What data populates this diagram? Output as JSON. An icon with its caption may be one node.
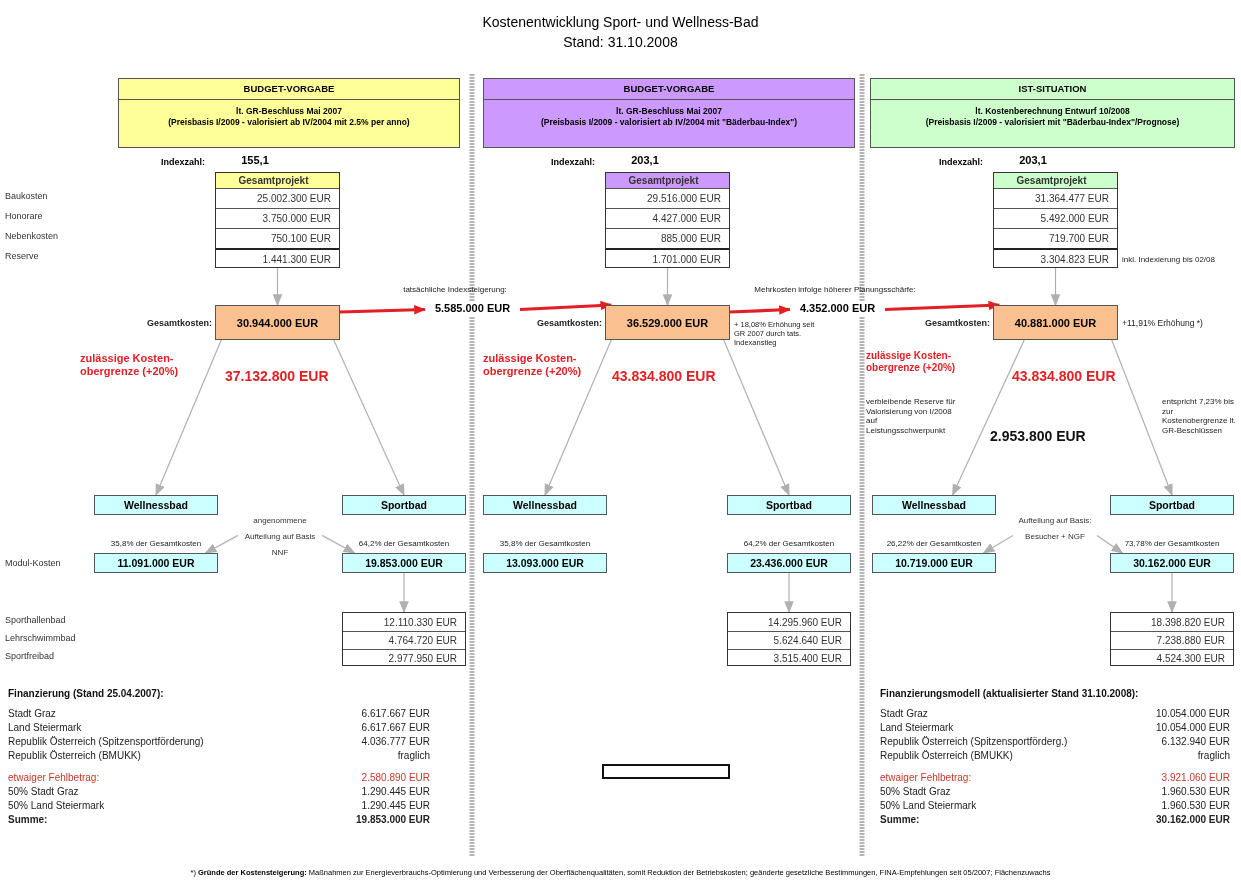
{
  "diagram": {
    "title": "Kostenentwicklung Sport- und Wellness-Bad",
    "caption": "*) **Gründe der Kostensteigerung:** Maßnahmen zur Energieverbrauchs-Optimierung und Verbesserung der Oberflächenqualitäten, somit Reduktion der Betriebskosten; geänderte gesetzliche Bestimmungen, FINA-Empfehlungen seit 05/2007; Flächenzuwachs",
    "nodes": [
      {
        "text": [
          "BUDGET-VORGABE",
          "lt. GR-Beschluss Mai 2007",
          "(Preisbasis I/2009 - valorisiert ab IV/2004 mit 2.5% per anno)"
        ]
      },
      {
        "text": [
          "Gesamtprojekt",
          "25.002.300 EUR",
          "3.750.000 EUR",
          "750.100 EUR",
          "1.441.300 EUR"
        ]
      },
      {
        "text": [
          "30.944.000 EUR"
        ],
        "beside": [
          "Gesamtkosten:"
        ]
      },
      {
        "text": [
          "5.585.000 EUR"
        ],
        "beside": [
          "tatsächliche Indexsteigerung:"
        ]
      },
      {
        "text": [
          "Wellnessbad"
        ]
      },
      {
        "text": [
          "Sportbad"
        ]
      },
      {
        "text": [
          "angenommene Aufteilung auf Basis NNF"
        ]
      },
      {
        "text": [
          "11.091.000 EUR"
        ],
        "beside": [
          "35,8% der Gesamtkosten"
        ]
      },
      {
        "text": [
          "19.853.000 EUR"
        ],
        "beside": [
          "64,2% der Gesamtkosten"
        ]
      },
      {
        "text": [
          "12.110.330 EUR",
          "4.764.720 EUR",
          "2.977.950 EUR"
        ]
      },
      {
        "text": [
          "BUDGET-VORGABE",
          "lt. GR-Beschluss Mai 2007",
          "(Preisbasis I/2009 - valorisiert ab IV/2004 mit \"Bäderbau-Index\")"
        ]
      },
      {
        "text": [
          "Gesamtprojekt",
          "29.516.000 EUR",
          "4.427.000 EUR",
          "885.000 EUR",
          "1.701.000 EUR"
        ]
      },
      {
        "text": [
          "36.529.000 EUR"
        ],
        "beside": [
          "Gesamtkosten:",
          "+ 18,08% Erhöhung seit GR 2007 durch tats. Indexanstieg"
        ]
      },
      {
        "text": [
          "4.352.000 EUR"
        ],
        "beside": [
          "Mehrkosten infolge höherer Planungsschärfe:"
        ]
      },
      {
        "text": [
          "Wellnessbad"
        ]
      },
      {
        "text": [
          "Sportbad"
        ]
      },
      {
        "text": [
          "13.093.000 EUR"
        ],
        "beside": [
          "35,8% der Gesamtkosten"
        ]
      },
      {
        "text": [
          "23.436.000 EUR"
        ],
        "beside": [
          "64,2% der Gesamtkosten"
        ]
      },
      {
        "text": [
          "14.295.960 EUR",
          "5.624.640 EUR",
          "3.515.400 EUR"
        ]
      },
      {
        "text": [
          "IST-SITUATION",
          "lt. Kostenberechnung Entwurf 10/2008",
          "(Preisbasis I/2009 - valorisiert mit \"Bäderbau-Index\"/Prognose)"
        ]
      },
      {
        "text": [
          "Gesamtprojekt",
          "31.364.477 EUR",
          "5.492.000 EUR",
          "719.700 EUR",
          "3.304.823 EUR"
        ],
        "beside": [
          "inkl. Indexierung bis 02/08"
        ]
      },
      {
        "text": [
          "40.881.000 EUR"
        ],
        "beside": [
          "Gesamtkosten:",
          "+11,91% Erhöhung *)"
        ]
      },
      {
        "text": [
          "Wellnessbad"
        ]
      },
      {
        "text": [
          "Sportbad"
        ]
      },
      {
        "text": [
          "Aufteilung auf Basis: Besucher + NGF"
        ]
      },
      {
        "text": [
          "10.719.000 EUR"
        ],
        "beside": [
          "26,22% der Gesamtkosten"
        ]
      },
      {
        "text": [
          "30.162.000 EUR"
        ],
        "beside": [
          "73,78% der Gesamtkosten"
        ]
      },
      {
        "text": [
          "18.398.820 EUR",
          "7.238.880 EUR",
          "4.524.300 EUR"
        ]
      }
    ],
    "edges": [
      {
        "from": 1,
        "to": 2,
        "arrow": "to"
      },
      {
        "from": 2,
        "to": 3,
        "arrow": "to",
        "style": "thick",
        "color": "#e31e24"
      },
      {
        "from": 3,
        "to": 12,
        "arrow": "to",
        "style": "thick",
        "color": "#e31e24"
      },
      {
        "from": 2,
        "to": 4,
        "arrow": "to"
      },
      {
        "from": 2,
        "to": 5,
        "arrow": "to"
      },
      {
        "from": 6,
        "to": 7,
        "arrow": "to"
      },
      {
        "from": 6,
        "to": 8,
        "arrow": "to"
      },
      {
        "from": 8,
        "to": 9,
        "arrow": "to"
      },
      {
        "from": 11,
        "to": 12,
        "arrow": "to"
      },
      {
        "from": 12,
        "to": 13,
        "arrow": "to",
        "style": "thick",
        "color": "#e31e24"
      },
      {
        "from": 13,
        "to": 21,
        "arrow": "to",
        "style": "thick",
        "color": "#e31e24"
      },
      {
        "from": 12,
        "to": 14,
        "arrow": "to"
      },
      {
        "from": 12,
        "to": 15,
        "arrow": "to"
      },
      {
        "from": 17,
        "to": 18,
        "arrow": "to"
      },
      {
        "from": 20,
        "to": 21,
        "arrow": "to"
      },
      {
        "from": 21,
        "to": 22,
        "arrow": "to"
      },
      {
        "from": 21,
        "to": 23,
        "arrow": "to"
      },
      {
        "from": 24,
        "to": 25,
        "arrow": "to"
      },
      {
        "from": 24,
        "to": 26,
        "arrow": "to"
      },
      {
        "from": 26,
        "to": 27,
        "arrow": "to"
      }
    ],
    "labels": [
      "Stand: 31.10.2008",
      "Indexzahl:",
      "155,1",
      "Indexzahl:",
      "203,1",
      "Indexzahl:",
      "203,1",
      "Baukosten",
      "Honorare",
      "Nebenkosten",
      "Reserve",
      "zulässige Kosten-obergrenze (+20%)",
      "37.132.800 EUR",
      "zulässige Kosten-obergrenze (+20%)",
      "43.834.800 EUR",
      "zulässige Kosten-obergrenze (+20%)",
      "43.834.800 EUR",
      "verbleibende Reserve für Valorisierung von I/2008 auf Leistungsschwerpunkt",
      "2.953.800 EUR",
      "entspricht 7,23% bis zur Kostenobergrenze lt. GR-Beschlüssen",
      "Modul-Kosten",
      "Sporthallenbad",
      "Lehrschwimmbad",
      "Sportfreibad",
      "Finanzierung (Stand 25.04.2007):",
      "Stadt Graz",
      "6.617.667 EUR",
      "Land Steiermark",
      "6.617.667 EUR",
      "Republik Österreich (Spitzensportförderung)",
      "4.036.777 EUR",
      "Republik Österreich (BMUKK)",
      "fraglich",
      "etwaiger Fehlbetrag:",
      "2.580.890 EUR",
      "50% Stadt Graz",
      "1.290.445 EUR",
      "50% Land Steiermark",
      "1.290.445 EUR",
      "Summe:",
      "19.853.000 EUR",
      "Finanzierungsmodell (aktualisierter Stand 31.10.2008):",
      "Stadt Graz",
      "10.054.000 EUR",
      "Land Steiermark",
      "10.054.000 EUR",
      "Republik Österreich (Spitzensportförderg.)",
      "6.132.940 EUR",
      "Republik Österreich (BMUKK)",
      "fraglich",
      "etwaiger Fehlbetrag:",
      "3.921.060 EUR",
      "50% Stadt Graz",
      "1.960.530 EUR",
      "50% Land Steiermark",
      "1.960.530 EUR",
      "Summe:",
      "30.162.000 EUR"
    ]
  }
}
